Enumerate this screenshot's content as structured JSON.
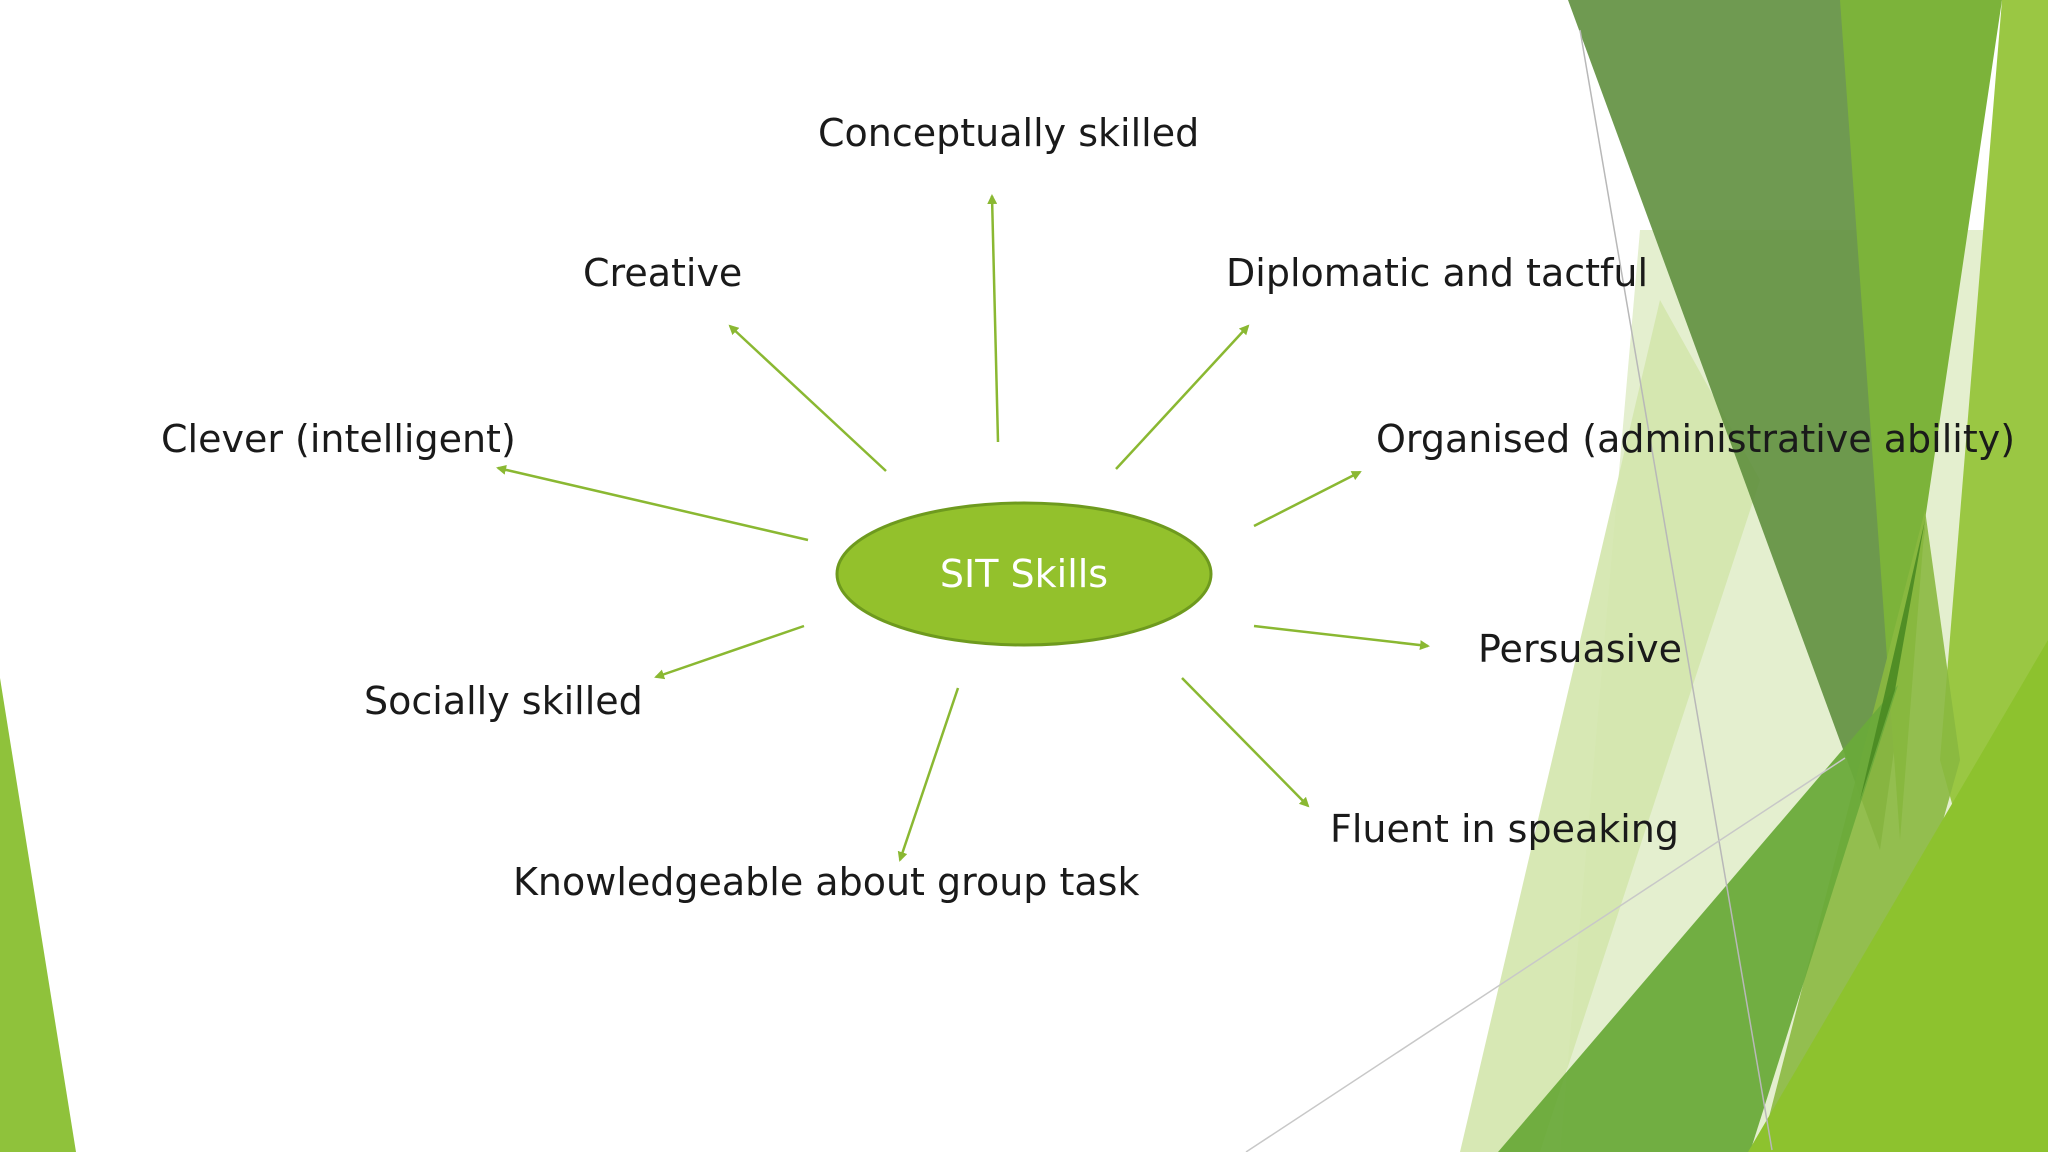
{
  "diagram": {
    "center": {
      "label": "SIT Skills"
    },
    "skills": [
      {
        "label": "Conceptually skilled"
      },
      {
        "label": "Creative"
      },
      {
        "label": "Diplomatic and tactful"
      },
      {
        "label": "Clever (intelligent)"
      },
      {
        "label": "Organised (administrative ability)"
      },
      {
        "label": "Persuasive"
      },
      {
        "label": "Socially skilled"
      },
      {
        "label": "Fluent in speaking"
      },
      {
        "label": "Knowledgeable about group task"
      }
    ]
  },
  "colors": {
    "accent": "#8fbf2a",
    "ellipse_border": "#6e9a1e",
    "arrow": "#8ab832",
    "dark_green": "#5f8f3e",
    "mid_green": "#7cb342",
    "light_green": "#c9e19a"
  }
}
